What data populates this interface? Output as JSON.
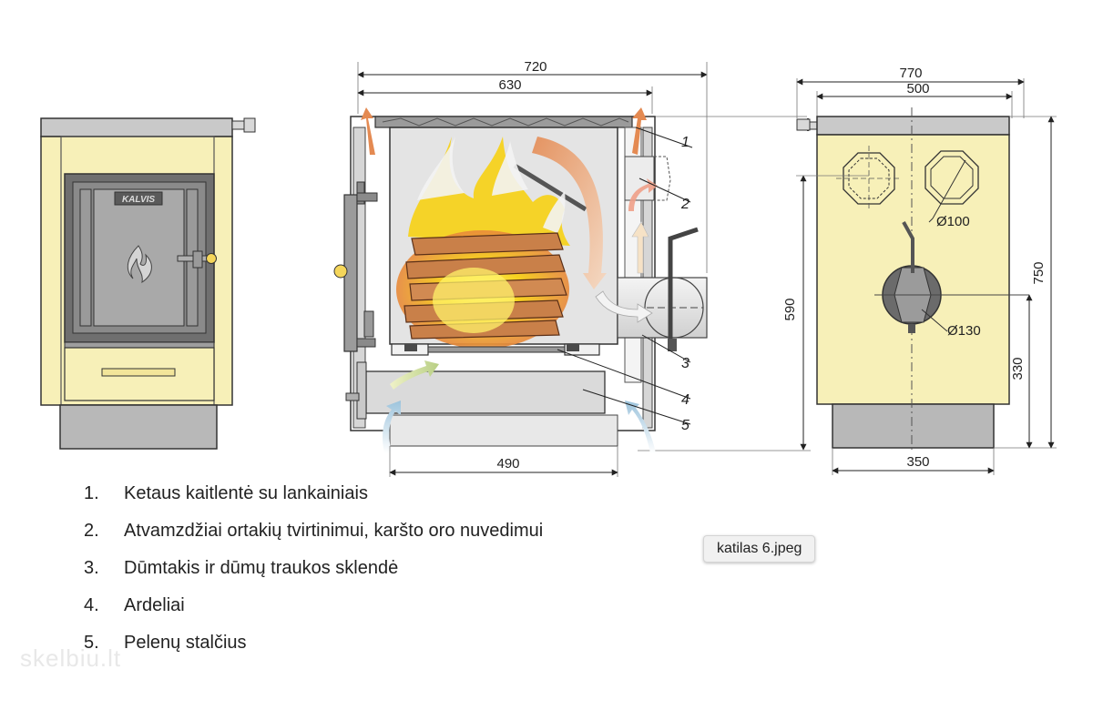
{
  "dimensions": {
    "side_total_width": "720",
    "side_inner_width": "630",
    "side_base_width": "490",
    "side_height": "590",
    "rear_total_width": "770",
    "rear_top_width": "500",
    "rear_height": "750",
    "rear_flue_height": "330",
    "rear_base_width": "350",
    "pipe_small": "Ø100",
    "pipe_large": "Ø130"
  },
  "front_view": {
    "logo_text": "KALVIS"
  },
  "callouts": [
    "1",
    "2",
    "3",
    "4",
    "5"
  ],
  "legend": [
    {
      "number": "1.",
      "text": "Ketaus kaitlentė su lankainiais"
    },
    {
      "number": "2.",
      "text": "Atvamzdžiai ortakių tvirtinimui, karšto oro nuvedimui"
    },
    {
      "number": "3.",
      "text": "Dūmtakis ir dūmų traukos sklendė"
    },
    {
      "number": "4.",
      "text": "Ardeliai"
    },
    {
      "number": "5.",
      "text": "Pelenų stalčius"
    }
  ],
  "tooltip": {
    "filename": "katilas 6.jpeg"
  },
  "watermark": {
    "text": "skelbiu.lt"
  },
  "colors": {
    "body_cream": "#f7f0b8",
    "metal_gray": "#c9c9c9",
    "dark_gray": "#707070",
    "fire_yellow": "#f6d21e",
    "flame_orange": "#e8893b",
    "cold_air_blue": "#a9cbe0"
  }
}
